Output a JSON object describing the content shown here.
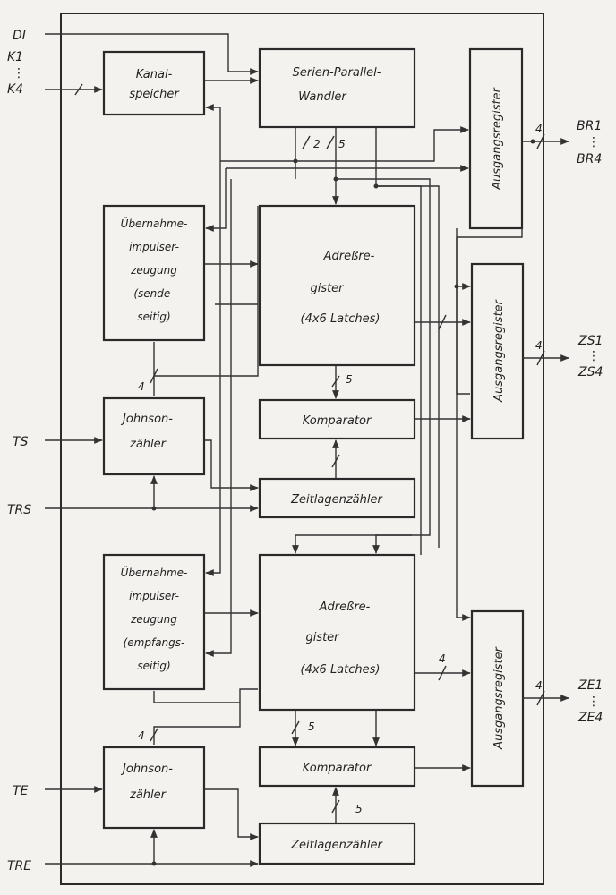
{
  "inputs": {
    "di": "DI",
    "k1": "K1",
    "k_dots": "⋮",
    "k4": "K4",
    "ts": "TS",
    "trs": "TRS",
    "te": "TE",
    "tre": "TRE"
  },
  "outputs": {
    "br1": "BR1",
    "br_dots": "⋮",
    "br4": "BR4",
    "zs1": "ZS1",
    "zs_dots": "⋮",
    "zs4": "ZS4",
    "ze1": "ZE1",
    "ze_dots": "⋮",
    "ze4": "ZE4"
  },
  "blocks": {
    "kanalspeicher": [
      "Kanal-",
      "speicher"
    ],
    "serien_parallel": [
      "Serien-Parallel-",
      "Wandler"
    ],
    "ausgangsregister": "Ausgangsregister",
    "uebernahme_sende": [
      "Übernahme-",
      "impulser-",
      "zeugung",
      "(sende-",
      "seitig)"
    ],
    "uebernahme_empfang": [
      "Übernahme-",
      "impulser-",
      "zeugung",
      "(empfangs-",
      "seitig)"
    ],
    "adressregister": [
      "Adreßre-",
      "gister",
      "(4x6 Latches)"
    ],
    "johnson": [
      "Johnson-",
      "zähler"
    ],
    "komparator": "Komparator",
    "zeitlagenzaehler": "Zeitlagenzähler"
  },
  "bus_widths": {
    "spw_a": "2",
    "spw_b": "5",
    "br": "4",
    "zs": "4",
    "ze": "4",
    "adr1_komp": "5",
    "johnson1": "4",
    "adr2_out": "4",
    "johnson2": "4",
    "adr2_komp": "5",
    "zlz2_komp": "5"
  }
}
